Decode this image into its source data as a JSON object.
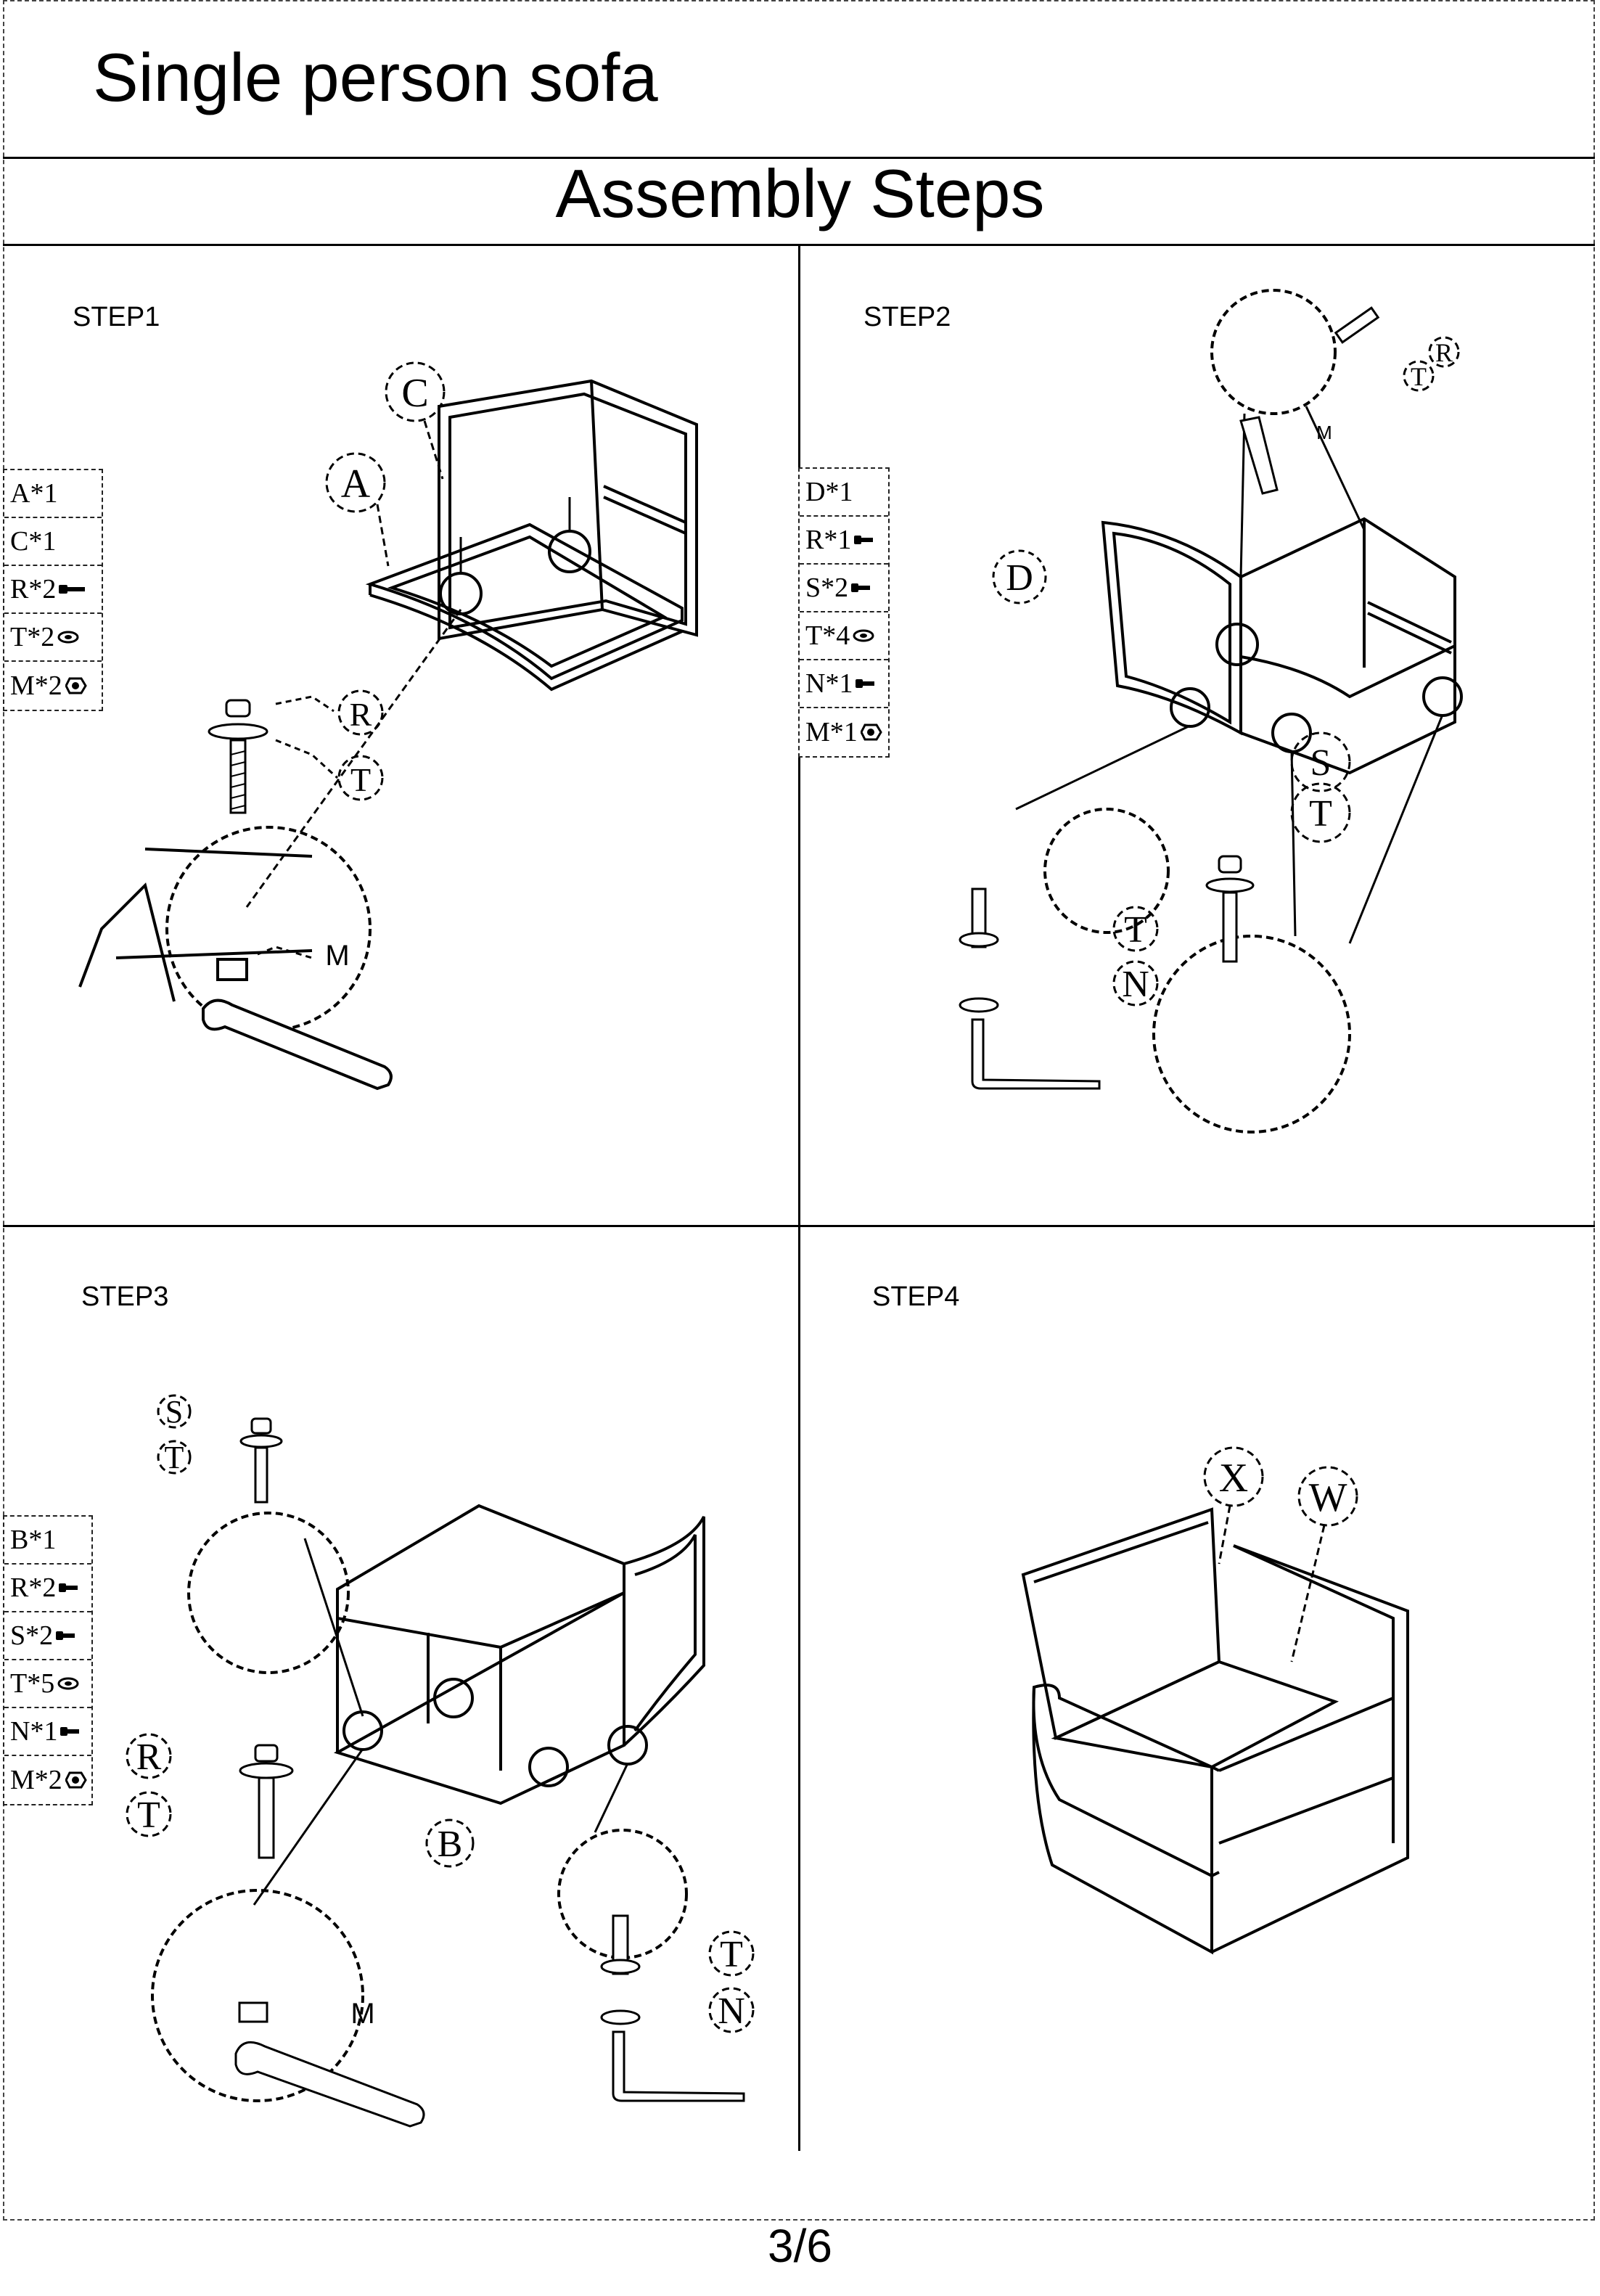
{
  "header": {
    "title": "Single person sofa",
    "subtitle": "Assembly  Steps"
  },
  "steps": [
    {
      "label": "STEP1",
      "parts": [
        "A*1",
        "C*1",
        "R*2",
        "T*2",
        "M*2"
      ]
    },
    {
      "label": "STEP2",
      "parts": [
        "D*1",
        "R*1",
        "S*2",
        "T*4",
        "N*1",
        "M*1"
      ]
    },
    {
      "label": "STEP3",
      "parts": [
        "B*1",
        "R*2",
        "S*2",
        "T*5",
        "N*1",
        "M*2"
      ]
    },
    {
      "label": "STEP4",
      "parts": []
    }
  ],
  "callouts": {
    "step1": [
      "C",
      "A",
      "R",
      "T",
      "M"
    ],
    "step2": [
      "D",
      "R",
      "T",
      "M",
      "S",
      "T",
      "T",
      "N"
    ],
    "step3": [
      "S",
      "T",
      "R",
      "T",
      "B",
      "T",
      "N",
      "M"
    ],
    "step4": [
      "X",
      "W"
    ]
  },
  "icons": {
    "R": "bolt-icon",
    "S": "screw-icon",
    "T": "washer-icon",
    "M": "nut-icon",
    "N": "bolt-icon"
  },
  "footer": {
    "page": "3/6"
  }
}
